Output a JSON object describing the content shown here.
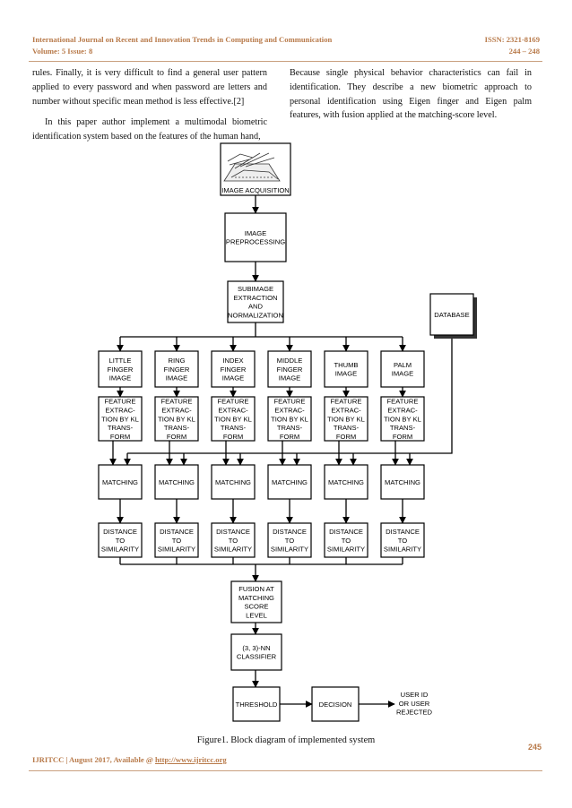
{
  "header": {
    "journal": "International Journal on Recent and Innovation Trends in Computing and Communication",
    "issn": "ISSN: 2321-8169",
    "volume": "Volume: 5 Issue: 8",
    "pages": "244 – 248"
  },
  "left_column": {
    "para1": "rules. Finally, it is very difficult to find a general user pattern applied to every password and when password are letters and number without specific mean method is less effective.[2]",
    "para2": "In this paper author implement a multimodal biometric identification system based on the features of the human hand,"
  },
  "right_column": {
    "para1": "Because single physical behavior characteristics can fail in identification. They describe a new biometric approach to personal identification using Eigen finger and Eigen palm features, with fusion applied at the matching-score level."
  },
  "diagram": {
    "acquisition": "IMAGE ACQUISITION",
    "preprocessing": [
      "IMAGE",
      "PREPROCESSING"
    ],
    "subimage": [
      "SUBIMAGE",
      "EXTRACTION",
      "AND",
      "NORMALIZATION"
    ],
    "database": "DATABASE",
    "images": [
      [
        "LITTLE",
        "FINGER",
        "IMAGE"
      ],
      [
        "RING",
        "FINGER",
        "IMAGE"
      ],
      [
        "INDEX",
        "FINGER",
        "IMAGE"
      ],
      [
        "MIDDLE",
        "FINGER",
        "IMAGE"
      ],
      [
        "THUMB",
        "IMAGE"
      ],
      [
        "PALM",
        "IMAGE"
      ]
    ],
    "feature": [
      "FEATURE",
      "EXTRAC-",
      "TION BY KL",
      "TRANS-",
      "FORM"
    ],
    "matching": "MATCHING",
    "distance": [
      "DISTANCE",
      "TO",
      "SIMILARITY"
    ],
    "fusion": [
      "FUSION AT",
      "MATCHING",
      "SCORE",
      "LEVEL"
    ],
    "classifier": [
      "(3, 3)-NN",
      "CLASSIFIER"
    ],
    "threshold": "THRESHOLD",
    "decision": "DECISION",
    "output": [
      "USER ID",
      "OR USER",
      "REJECTED"
    ]
  },
  "caption": "Figure1. Block diagram of implemented system",
  "page_number": "245",
  "footer": {
    "text": "IJRITCC | August 2017, Available @ ",
    "link": "http://www.ijritcc.org"
  }
}
